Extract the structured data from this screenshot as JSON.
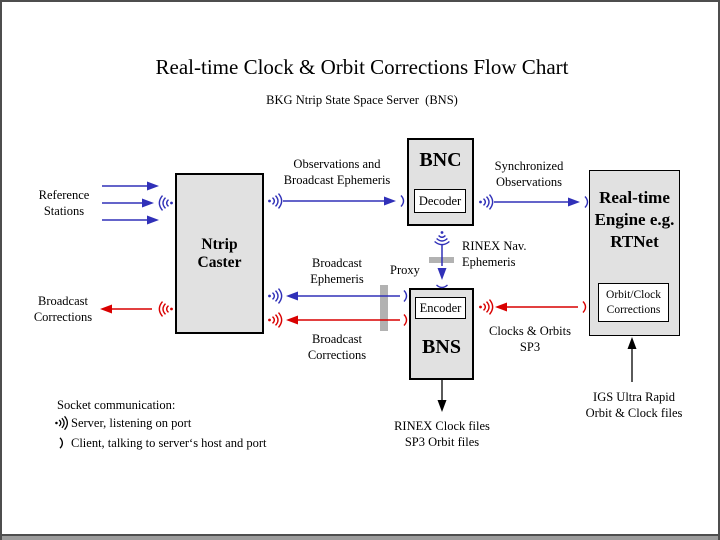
{
  "colors": {
    "background": "#ffffff",
    "frame": "#4e4e4e",
    "frame_light": "#9c9c9c",
    "box_fill": "#e1e1e1",
    "box_border": "#000000",
    "blue": "#3030b8",
    "red": "#d90000",
    "black": "#000000",
    "proxy_bar": "#b2b2b2"
  },
  "header": {
    "title": "Real-time Clock & Orbit Corrections Flow Chart",
    "subtitle": "BKG Ntrip State Space Server  (BNS)"
  },
  "nodes": {
    "ntrip_caster": {
      "line1": "Ntrip",
      "line2": "Caster"
    },
    "bnc": {
      "title": "BNC",
      "module": "Decoder"
    },
    "bns": {
      "title": "BNS",
      "module": "Encoder"
    },
    "engine": {
      "line1": "Real-time",
      "line2": "Engine",
      "line3": "e.g. RTNet",
      "module_line1": "Orbit/Clock",
      "module_line2": "Corrections"
    }
  },
  "labels": {
    "reference_stations": {
      "line1": "Reference",
      "line2": "Stations"
    },
    "broadcast_corrections_left": {
      "line1": "Broadcast",
      "line2": "Corrections"
    },
    "observations": {
      "line1": "Observations and",
      "line2": "Broadcast Ephemeris"
    },
    "synchronized": {
      "line1": "Synchronized",
      "line2": "Observations"
    },
    "rinex_nav": {
      "line1": "RINEX Nav.",
      "line2": "Ephemeris"
    },
    "proxy": "Proxy",
    "broadcast_ephemeris": {
      "line1": "Broadcast",
      "line2": "Ephemeris"
    },
    "broadcast_corrections_mid": {
      "line1": "Broadcast",
      "line2": "Corrections"
    },
    "clocks_orbits": {
      "line1": "Clocks & Orbits",
      "line2": "SP3"
    },
    "rinex_clock_files": {
      "line1": "RINEX Clock files",
      "line2": "SP3 Orbit files"
    },
    "igs_files": {
      "line1": "IGS Ultra Rapid",
      "line2": "Orbit & Clock files"
    }
  },
  "legend": {
    "title": "Socket communication:",
    "server": "Server, listening on port",
    "client": "Client, talking to server‘s host and port"
  }
}
